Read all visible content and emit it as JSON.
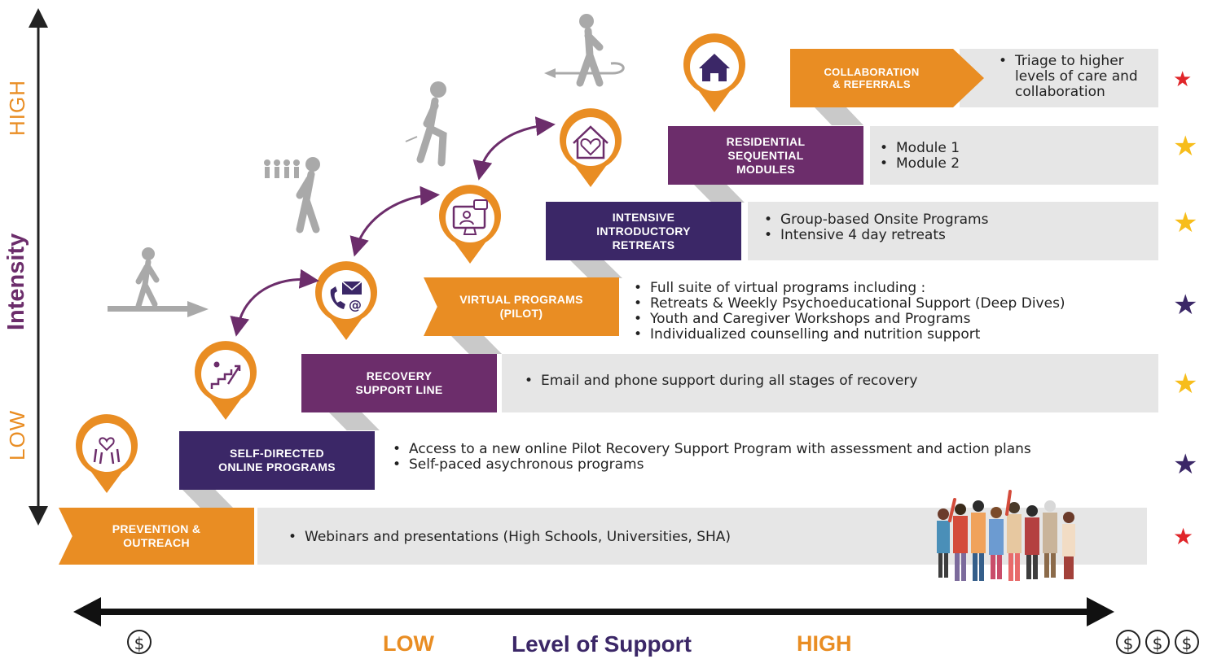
{
  "y_axis": {
    "title": "Intensity",
    "low": "LOW",
    "high": "HIGH"
  },
  "x_axis": {
    "title": "Level of Support",
    "low": "LOW",
    "high": "HIGH",
    "cost_low": "$",
    "cost_high": "$"
  },
  "colors": {
    "orange": "#e98d23",
    "purple": "#6c2d6b",
    "indigo": "#3b2767",
    "grey": "#e6e6e6",
    "star_red": "#e0262a",
    "star_yellow": "#f7bd1b",
    "star_indigo": "#3b2767"
  },
  "steps": [
    {
      "label": "PREVENTION &\nOUTREACH",
      "color": "orange",
      "star": "red",
      "icon": "hands-heart-icon",
      "bullets": [
        "Webinars and presentations (High Schools, Universities, SHA)"
      ]
    },
    {
      "label": "SELF-DIRECTED\nONLINE PROGRAMS",
      "color": "indigo",
      "star": "indigo",
      "icon": "stairs-arrow-icon",
      "bullets": [
        "Access to a new online Pilot Recovery Support Program with assessment and action plans",
        "Self-paced asychronous programs"
      ]
    },
    {
      "label": "RECOVERY\nSUPPORT LINE",
      "color": "purple",
      "star": "yellow",
      "icon": "phone-email-icon",
      "bullets": [
        "Email and phone support during all stages of recovery"
      ]
    },
    {
      "label": "VIRTUAL PROGRAMS\n(PILOT)",
      "color": "orange",
      "star": "indigo",
      "icon": "computer-chat-icon",
      "bullets": [
        "Full suite of virtual programs including :",
        "Retreats & Weekly Psychoeducational Support (Deep Dives)",
        "Youth and Caregiver Workshops and Programs",
        "Individualized counselling and nutrition support"
      ]
    },
    {
      "label": "INTENSIVE\nINTRODUCTORY\nRETREATS",
      "color": "indigo",
      "star": "yellow",
      "icon": "house-heart-icon",
      "bullets": [
        "Group-based Onsite Programs",
        "Intensive 4 day retreats"
      ]
    },
    {
      "label": "RESIDENTIAL\nSEQUENTIAL\nMODULES",
      "color": "purple",
      "star": "yellow",
      "icon": "home-icon",
      "bullets": [
        "Module 1",
        "Module 2"
      ]
    },
    {
      "label": "COLLABORATION\n& REFERRALS",
      "color": "orange",
      "star": "red",
      "icon": "",
      "bullets": [
        "Triage to higher levels of care and collaboration"
      ]
    }
  ]
}
